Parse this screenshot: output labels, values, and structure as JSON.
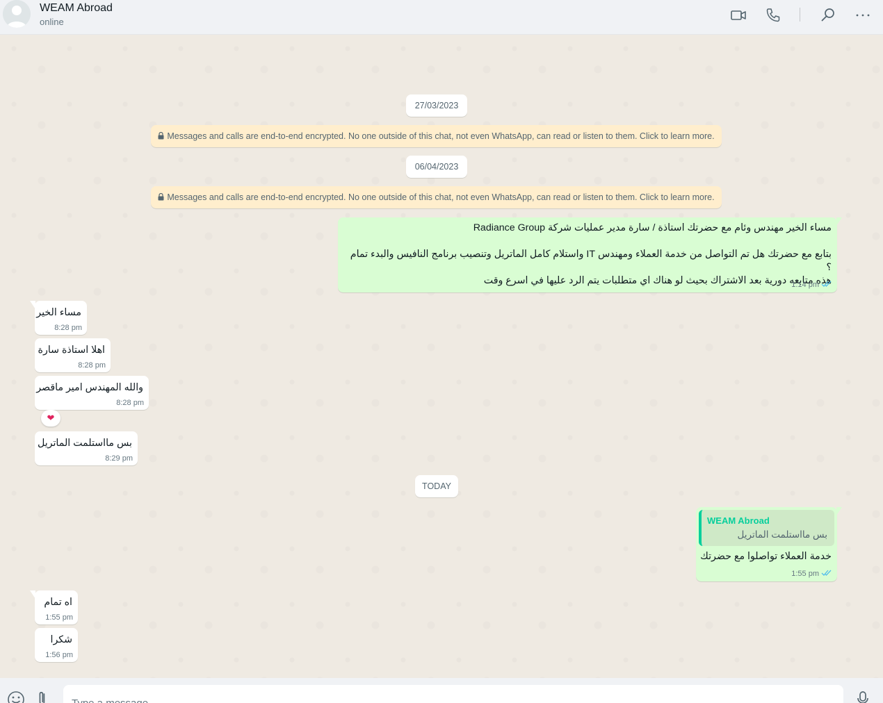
{
  "header": {
    "contact_name": "WEAM Abroad",
    "contact_status": "online",
    "icons": [
      "video-camera-icon",
      "phone-icon",
      "search-icon",
      "menu-icon"
    ]
  },
  "chat": {
    "dates": {
      "first": "27/03/2023",
      "second": "06/04/2023",
      "today": "TODAY"
    },
    "encryption_notice": "Messages and calls are end-to-end encrypted. No one outside of this chat, not even WhatsApp, can read or listen to them. Click to learn more.",
    "messages": [
      {
        "direction": "out",
        "text": "مساء الخير مهندس وئام مع حضرتك استاذة / سارة مدير عمليات شركة Radiance Group\n\nبتابع مع حضرتك هل تم التواصل من خدمة العملاء ومهندس IT واستلام كامل الماتريل وتنصيب برنامج النافيس والبدء تمام ؟\nهذه متابعه دورية بعد الاشتراك بحيث لو هناك اي متطلبات يتم الرد عليها في اسرع وقت",
        "time": "1:14 pm"
      },
      {
        "direction": "in",
        "text": "مساء الخير",
        "time": "8:28 pm"
      },
      {
        "direction": "in",
        "text": "اهلا استاذة سارة",
        "time": "8:28 pm"
      },
      {
        "direction": "in",
        "text": "والله المهندس امير ماقصر",
        "time": "8:28 pm",
        "reaction": "heart"
      },
      {
        "direction": "in",
        "text": "بس مااستلمت الماتريل",
        "time": "8:29 pm"
      },
      {
        "direction": "out",
        "quote_name": "WEAM Abroad",
        "quote_text": "بس مااستلمت الماتريل",
        "text": "خدمة العملاء تواصلوا مع حضرتك",
        "time": "1:55 pm"
      },
      {
        "direction": "in",
        "text": "اه تمام",
        "time": "1:55 pm"
      },
      {
        "direction": "in",
        "text": "شكرا",
        "time": "1:56 pm"
      }
    ]
  },
  "footer": {
    "placeholder": "Type a message",
    "icons": [
      "emoji-icon",
      "attach-icon",
      "microphone-icon"
    ]
  },
  "colors": {
    "outgoing_bubble": "#d9fdd3",
    "incoming_bubble": "#ffffff",
    "notice_bg": "#ffeecd",
    "read_ticks": "#53bdeb",
    "quote_accent": "#06cf9c"
  }
}
